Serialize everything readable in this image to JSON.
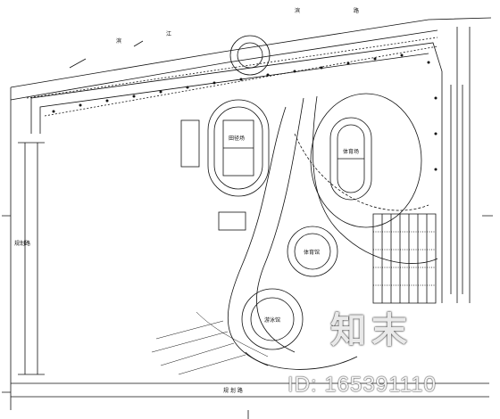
{
  "drawing": {
    "labels": {
      "road_north_1": "滨",
      "road_north_2": "江",
      "road_top_a": "滨",
      "road_top_b": "路",
      "field_left": "田径场",
      "field_right": "体育场",
      "hall_upper": "体育馆",
      "hall_lower": "游泳馆",
      "road_west": "规划路",
      "road_south": "规 划 路"
    }
  },
  "watermark": {
    "logo": "知末",
    "id_text": "ID: 165391110"
  }
}
